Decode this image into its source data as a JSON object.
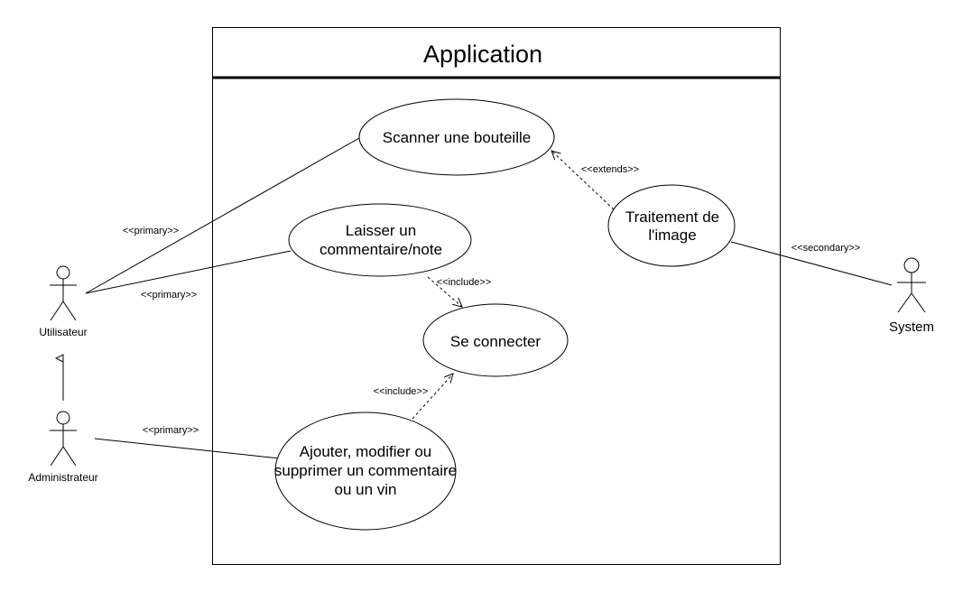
{
  "title": "Application",
  "use_cases": {
    "scanner": "Scanner une bouteille",
    "laisser_line1": "Laisser un",
    "laisser_line2": "commentaire/note",
    "connecter": "Se connecter",
    "ajouter_line1": "Ajouter, modifier ou",
    "ajouter_line2": "supprimer un commentaire",
    "ajouter_line3": "ou un vin",
    "traitement_line1": "Traitement de",
    "traitement_line2": "l'image"
  },
  "actors": {
    "utilisateur": "Utilisateur",
    "administrateur": "Administrateur",
    "system": "System"
  },
  "stereotypes": {
    "primary_scanner": "<<primary>>",
    "primary_laisser": "<<primary>>",
    "primary_admin": "<<primary>>",
    "secondary": "<<secondary>>",
    "include_laisser": "<<include>>",
    "include_ajouter": "<<include>>",
    "extends": "<<extends>>"
  }
}
